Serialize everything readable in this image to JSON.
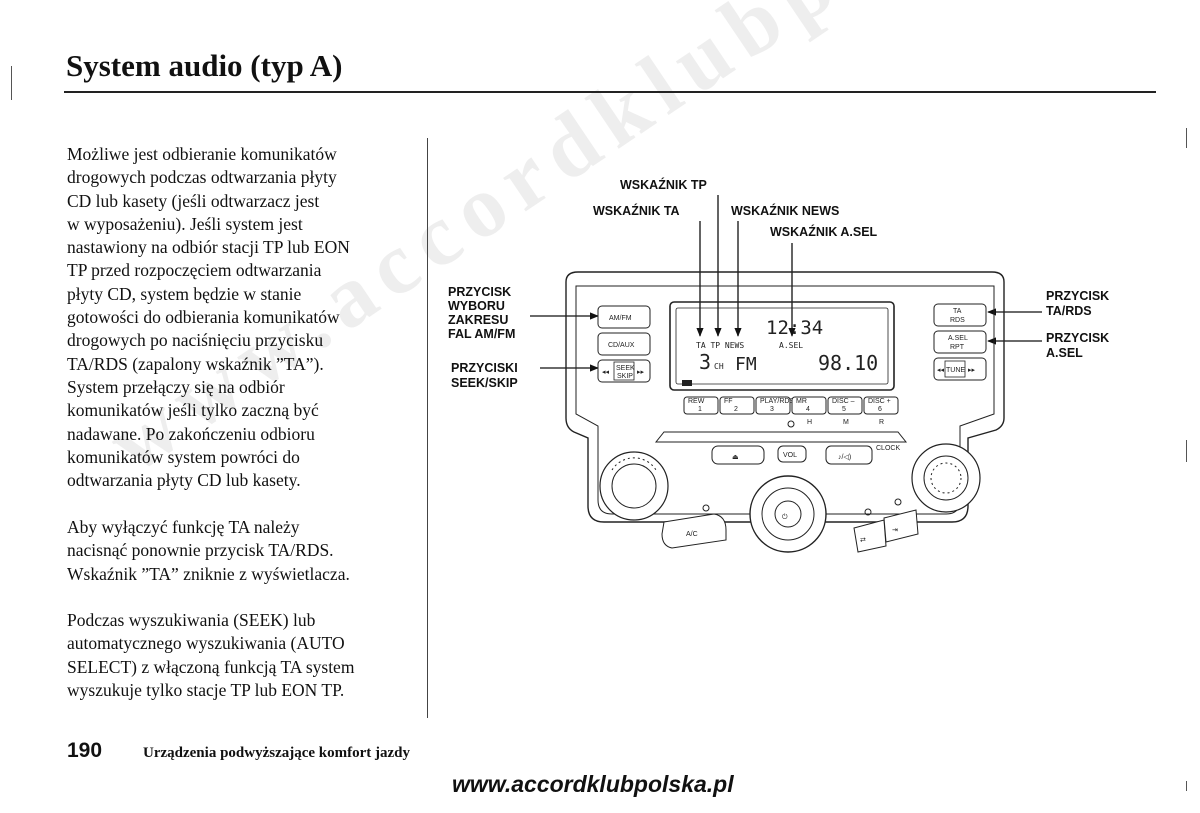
{
  "page": {
    "title": "System audio (typ A)",
    "paragraphs": [
      "Możliwe jest odbieranie komunikatów\ndrogowych podczas odtwarzania płyty\nCD lub kasety (jeśli odtwarzacz jest\nw wyposażeniu). Jeśli system jest\nnastawiony na odbiór stacji TP lub EON\nTP przed rozpoczęciem odtwarzania\npłyty CD, system będzie w stanie\ngotowości do odbierania komunikatów\ndrogowych po naciśnięciu przycisku\nTA/RDS (zapalony wskaźnik ”TA”).\nSystem przełączy się na odbiór\nkomunikatów jeśli tylko zaczną być\nnadawane. Po zakończeniu odbioru\nkomunikatów system powróci do\nodtwarzania płyty CD lub kasety.",
      "Aby wyłączyć funkcję TA należy\nnacisnąć ponownie przycisk TA/RDS.\nWskaźnik ”TA” zniknie z wyświetlacza.",
      "Podczas wyszukiwania (SEEK) lub\nautomatycznego wyszukiwania (AUTO\nSELECT) z włączoną funkcją TA system\nwyszukuje tylko stacje TP lub EON TP."
    ],
    "page_number": "190",
    "section_name": "Urządzenia podwyższające komfort jazdy",
    "footer_url": "www.accordklubpolska.pl",
    "watermark": "www.accordklubpolska.pl"
  },
  "diagram": {
    "callouts": {
      "tp": "WSKAŹNIK TP",
      "ta": "WSKAŹNIK TA",
      "news": "WSKAŹNIK NEWS",
      "asel": "WSKAŹNIK A.SEL",
      "band": [
        "PRZYCISK",
        "WYBORU",
        "ZAKRESU",
        "FAL AM/FM"
      ],
      "seek": [
        "PRZYCISKI",
        "SEEK/SKIP"
      ],
      "ta_rds": [
        "PRZYCISK",
        "TA/RDS"
      ],
      "asel_btn": [
        "PRZYCISK",
        "A.SEL"
      ]
    },
    "display": {
      "indicators": "TA TP NEWS",
      "asel": "A.SEL",
      "clock": "12:34",
      "channel": "3",
      "ch_unit": "CH",
      "band": "FM",
      "frequency": "98.10"
    },
    "buttons": {
      "am_fm": "AM/FM",
      "cd_aux": "CD/AUX",
      "seek": "SEEK",
      "skip": "SKIP",
      "ta": "TA",
      "rds": "RDS",
      "asel": "A.SEL",
      "rpt": "RPT",
      "tune": "TUNE",
      "vol": "VOL",
      "clock": "CLOCK",
      "ac": "A/C",
      "presets": [
        {
          "num": "1",
          "tag": "REW"
        },
        {
          "num": "2",
          "tag": "FF"
        },
        {
          "num": "3",
          "tag": "PLAY/RDS"
        },
        {
          "num": "4",
          "tag": "MR"
        },
        {
          "num": "5",
          "tag": "DISC –"
        },
        {
          "num": "6",
          "tag": "DISC +"
        }
      ],
      "clock_set": [
        "H",
        "M",
        "R"
      ]
    }
  }
}
